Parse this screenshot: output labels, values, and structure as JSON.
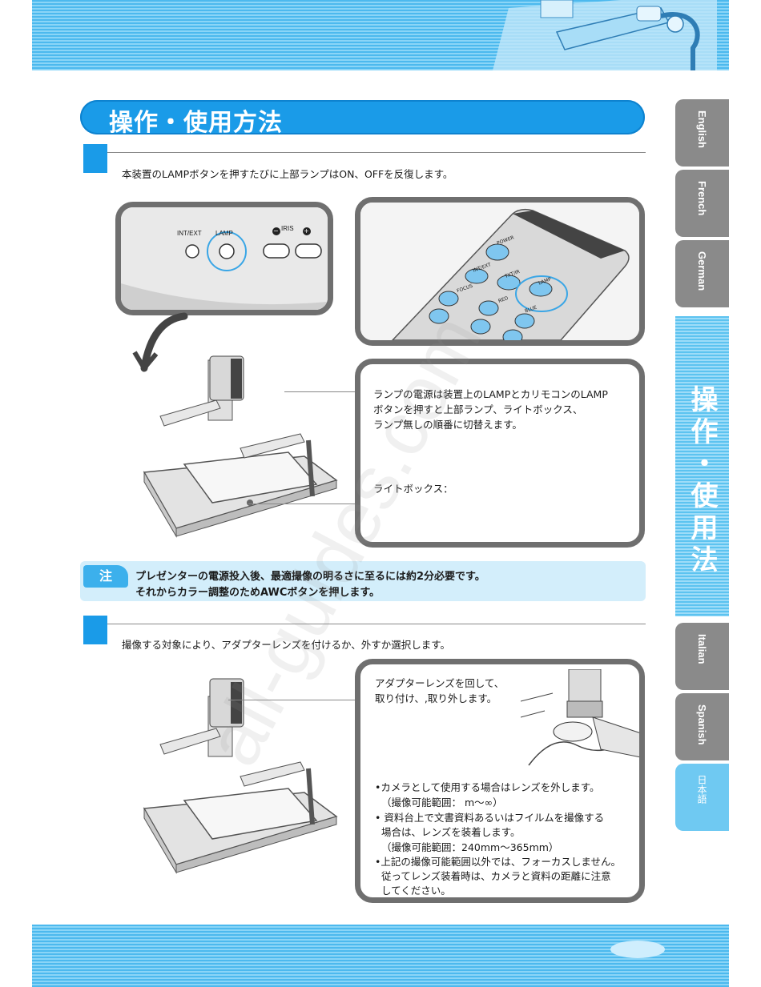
{
  "header": {
    "section_title": "操作・使用方法"
  },
  "section1": {
    "intro": "本装置のLAMPボタンを押すたびに上部ランプはON、OFFを反復します。",
    "control_panel": {
      "labels": {
        "int_ext": "INT/EXT",
        "lamp": "LAMP",
        "iris": "IRIS",
        "minus": "−",
        "plus": "+"
      }
    },
    "remote": {
      "labels": {
        "power": "POWER",
        "int_ext": "INT/EXT",
        "txt_ir": "TXT/IR",
        "lamp": "LAMP",
        "focus": "FOCUS",
        "red": "RED",
        "blue": "BLUE"
      }
    },
    "lamp_panel": {
      "line1": "ランプの電源は装置上のLAMPとカリモコンのLAMP",
      "line2": "ボタンを押すと上部ランプ、ライトボックス、",
      "line3": "ランプ無しの順番に切替えます。",
      "lightbox_label": "ライトボックス："
    }
  },
  "note": {
    "badge": "注",
    "line1": "プレゼンターの電源投入後、最適撮像の明るさに至るには約2分必要です。",
    "line2": "それからカラー調整のためAWCボタンを押します。"
  },
  "section2": {
    "intro": "撮像する対象により、アダプターレンズを付けるか、外すか選択します。",
    "lens_panel": {
      "line1": "アダプターレンズを回して、",
      "line2": "取り付け、,取り外します。",
      "bullets": [
        "•カメラとして使用する場合はレンズを外します。",
        "（撮像可能範囲：  m～∞）",
        "• 資料台上で文書資料あるいはフイルムを撮像する",
        "場合は、レンズを装着します。",
        "（撮像可能範囲：240mm～365mm）",
        "•上記の撮像可能範囲以外では、フォーカスしません。",
        "従ってレンズ装着時は、カメラと資料の距離に注意",
        "してください。"
      ]
    }
  },
  "side_tabs": [
    {
      "label": "English"
    },
    {
      "label": "French"
    },
    {
      "label": "German"
    },
    {
      "label": "操作・使用法"
    },
    {
      "label": "Italian"
    },
    {
      "label": "Spanish"
    },
    {
      "label": "日本語"
    }
  ],
  "watermark": "all-guides.com",
  "colors": {
    "accent": "#1a9be8",
    "band": "#4cb9ee",
    "frame": "#6f6f6f",
    "note_bg": "#d3eefb",
    "tab_gray": "#8a8a8a"
  }
}
